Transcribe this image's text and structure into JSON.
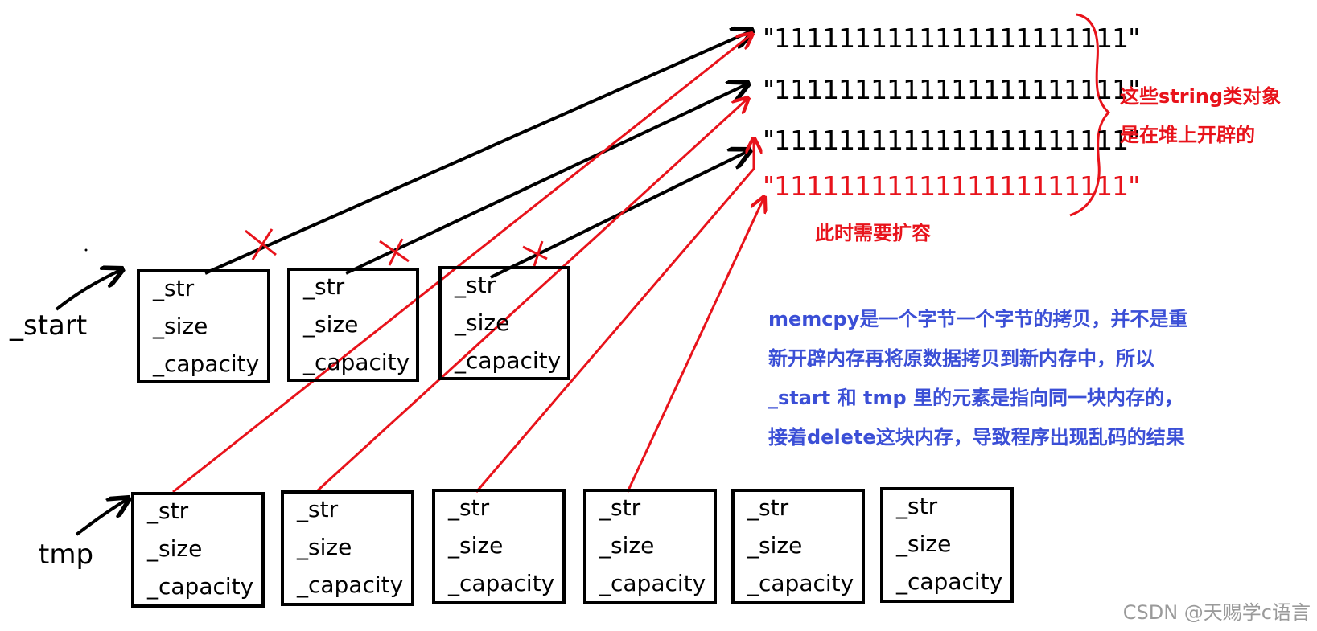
{
  "start_label": "_start",
  "tmp_label": "tmp",
  "fields": [
    "_str",
    "_size",
    "_capacity"
  ],
  "strings": [
    "\"1111111111111111111111\"",
    "\"1111111111111111111111\"",
    "\"1111111111111111111111\"",
    "\"1111111111111111111111\""
  ],
  "heap_note_lines": [
    "这些string类对象",
    "是在堆上开辟的"
  ],
  "expand_note": "此时需要扩容",
  "memcpy_note_lines": [
    "memcpy是一个字节一个字节的拷贝，并不是重",
    "新开辟内存再将原数据拷贝到新内存中，所以",
    "_start 和 tmp 里的元素是指向同一块内存的，",
    "接着delete这块内存，导致程序出现乱码的结果"
  ],
  "watermark": "CSDN @天赐学c语言",
  "colors": {
    "ink": "#000000",
    "red": "#e8131b",
    "blue": "#3b4fd6"
  }
}
